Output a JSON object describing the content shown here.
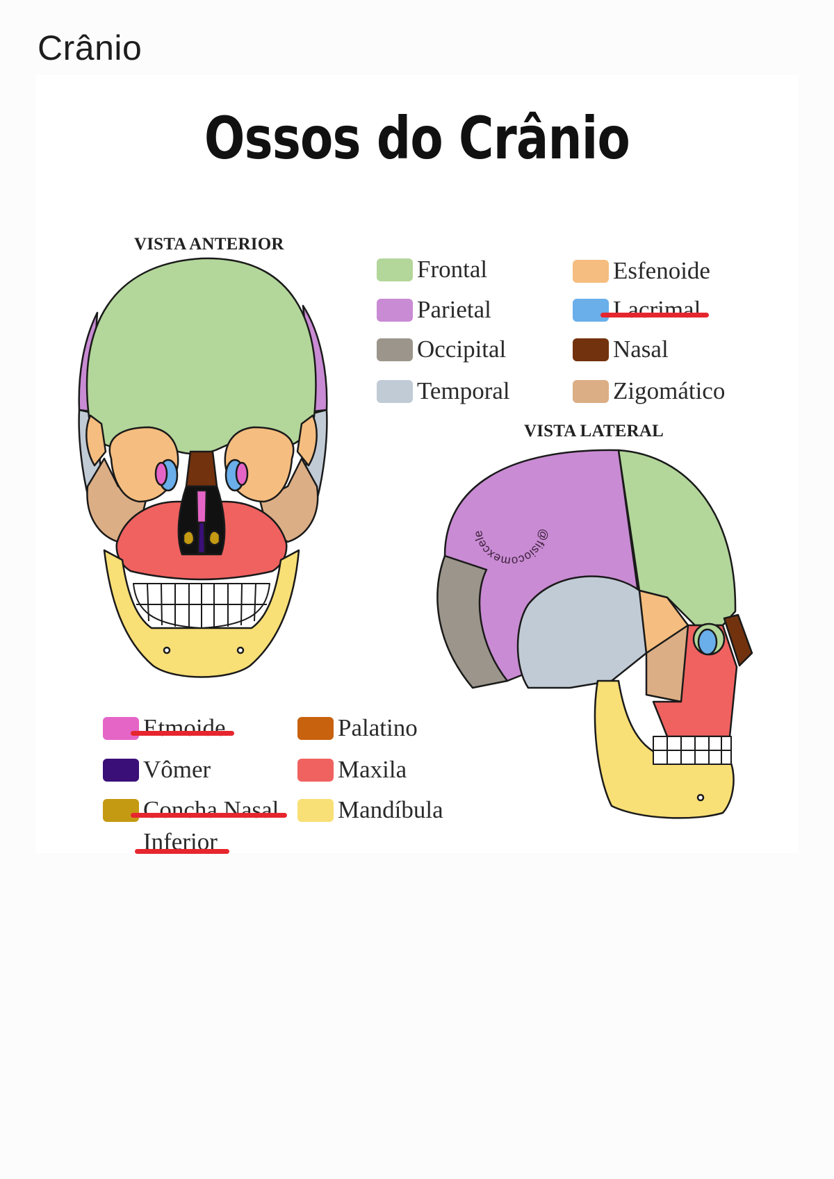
{
  "note": {
    "title": "Crânio"
  },
  "figure": {
    "heading": "Ossos do Crânio",
    "anterior_label": "VISTA ANTERIOR",
    "lateral_label": "VISTA LATERAL",
    "watermark": "@fisiocomexcelencia",
    "colors": {
      "frontal": "#b3d69a",
      "parietal": "#c98bd3",
      "occipital": "#9b958b",
      "temporal": "#c1cbd6",
      "esfenoide": "#f5bd7f",
      "lacrimal": "#6aaeea",
      "nasal": "#73320e",
      "zigomatico": "#dcae85",
      "etmoide": "#e565c7",
      "vomer": "#3a0f78",
      "concha": "#c49a12",
      "palatino": "#c8620f",
      "maxila": "#f06260",
      "mandibula": "#f8df76"
    },
    "legend_top": [
      {
        "label": "Frontal",
        "color": "#b3d69a",
        "struck": false
      },
      {
        "label": "Parietal",
        "color": "#c98bd3",
        "struck": false
      },
      {
        "label": "Occipital",
        "color": "#9b958b",
        "struck": false
      },
      {
        "label": "Temporal",
        "color": "#c1cbd6",
        "struck": false
      },
      {
        "label": "Esfenoide",
        "color": "#f5bd7f",
        "struck": false
      },
      {
        "label": "Lacrimal",
        "color": "#6aaeea",
        "struck": true
      },
      {
        "label": "Nasal",
        "color": "#73320e",
        "struck": false
      },
      {
        "label": "Zigomático",
        "color": "#dcae85",
        "struck": false
      }
    ],
    "legend_bottom": [
      {
        "label": "Etmoide",
        "color": "#e565c7",
        "struck": true
      },
      {
        "label": "Vômer",
        "color": "#3a0f78",
        "struck": false
      },
      {
        "label": "Concha Nasal",
        "label2": "Inferior",
        "color": "#c49a12",
        "struck": true
      },
      {
        "label": "Palatino",
        "color": "#c8620f",
        "struck": false
      },
      {
        "label": "Maxila",
        "color": "#f06260",
        "struck": false
      },
      {
        "label": "Mandíbula",
        "color": "#f8df76",
        "struck": false
      }
    ]
  }
}
